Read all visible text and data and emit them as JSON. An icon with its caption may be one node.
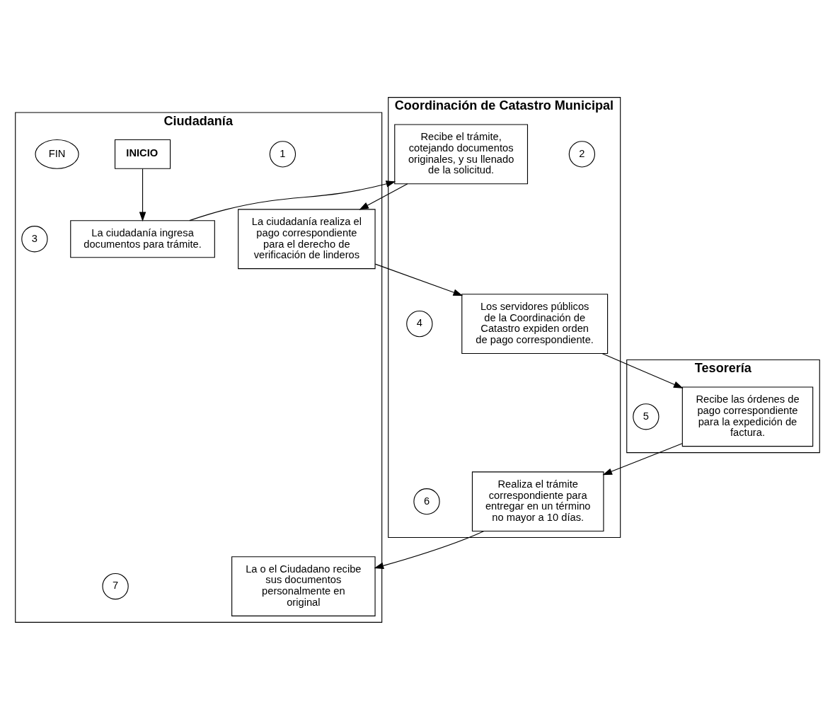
{
  "diagram": {
    "nodes": [
      {
        "text": [
          "Ciudadanía"
        ]
      },
      {
        "text": [
          "1"
        ],
        "in": 0
      },
      {
        "text": [
          "INICIO"
        ],
        "in": 0
      },
      {
        "text": [
          "La ciudadanía ingresa documentos para trámite."
        ],
        "in": 0
      },
      {
        "text": [
          "Coordinación de Catastro Municipal"
        ]
      },
      {
        "text": [
          "2"
        ],
        "in": 4
      },
      {
        "text": [
          "Recibe el trámite, cotejando documentos originales, y su llenado de la solicitud."
        ],
        "in": 4
      },
      {
        "text": [
          "La ciudadanía realiza el pago correspondiente para el derecho de verificación de linderos"
        ],
        "in": 0
      },
      {
        "text": [
          "3"
        ],
        "in": 0
      },
      {
        "text": [
          "Los servidores públicos de la Coordinación de Catastro expiden orden de pago correspondiente."
        ],
        "in": 4
      },
      {
        "text": [
          "4"
        ],
        "in": 4
      },
      {
        "text": [
          "Tesorería"
        ]
      },
      {
        "text": [
          "Recibe las órdenes de pago correspondiente para la expedición de factura."
        ],
        "in": 11
      },
      {
        "text": [
          "5"
        ],
        "in": 11
      },
      {
        "text": [
          "Realiza el trámite correspondiente para entregar en un término no mayor a 10 días."
        ],
        "in": 4
      },
      {
        "text": [
          "6"
        ],
        "in": 4
      },
      {
        "text": [
          "La o el Ciudadano recibe sus documentos personalmente en original"
        ],
        "in": 0
      },
      {
        "text": [
          "7"
        ],
        "in": 0
      },
      {
        "text": [
          "FIN"
        ],
        "in": 0
      }
    ],
    "edges": [
      {
        "from": 2,
        "to": 3,
        "arrow": "to"
      },
      {
        "from": 3,
        "to": 6,
        "arrow": "to"
      },
      {
        "from": 6,
        "to": 7,
        "arrow": "to"
      },
      {
        "from": 7,
        "to": 9,
        "arrow": "to"
      },
      {
        "from": 9,
        "to": 12,
        "arrow": "to"
      },
      {
        "from": 12,
        "to": 14,
        "arrow": "to"
      },
      {
        "from": 14,
        "to": 16,
        "arrow": "to"
      }
    ]
  }
}
